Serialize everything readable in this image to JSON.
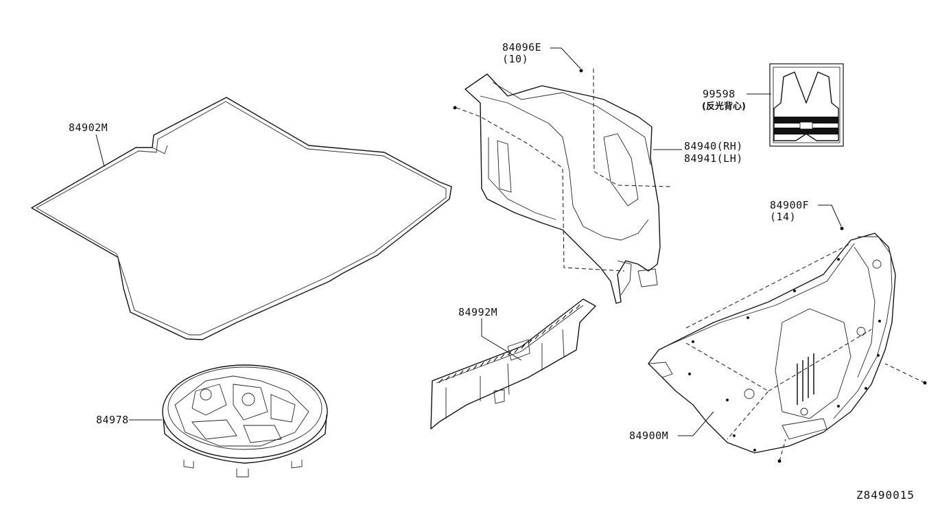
{
  "diagram": {
    "figure_code": "Z8490015",
    "parts": [
      {
        "id": "trunk-mat",
        "number": "84902M"
      },
      {
        "id": "side-finisher",
        "number_rh": "84940(RH)",
        "number_lh": "84941(LH)"
      },
      {
        "id": "clip-a",
        "number": "84096E",
        "qty": "(10)"
      },
      {
        "id": "reflective-vest",
        "number": "99598",
        "desc": "(反光背心)"
      },
      {
        "id": "clip-b",
        "number": "84900F",
        "qty": "(14)"
      },
      {
        "id": "rear-plate",
        "number": "84992M"
      },
      {
        "id": "spare-tire-tray",
        "number": "84978"
      },
      {
        "id": "trunk-lid-finisher",
        "number": "84900M"
      }
    ]
  }
}
